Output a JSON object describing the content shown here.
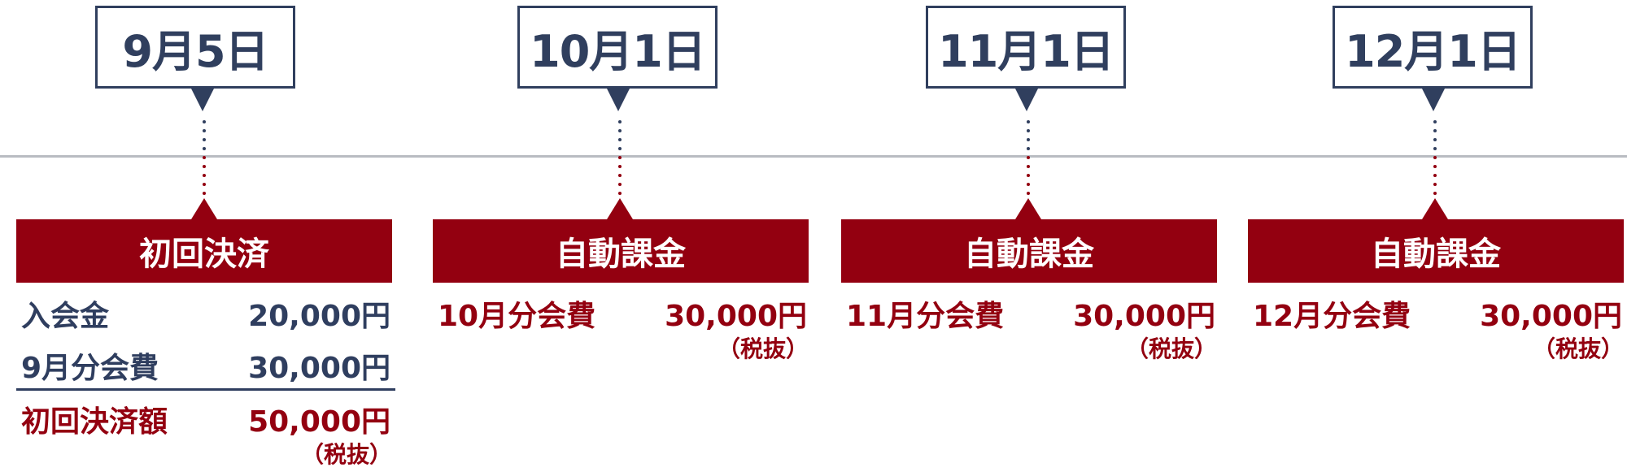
{
  "columns": [
    {
      "date": "9月5日",
      "header": "初回決済",
      "rows": [
        {
          "label": "入会金",
          "amount": "20,000円"
        },
        {
          "label": "9月分会費",
          "amount": "30,000円"
        }
      ],
      "total": {
        "label": "初回決済額",
        "amount": "50,000円"
      },
      "tax_note": "（税抜）"
    },
    {
      "date": "10月1日",
      "header": "自動課金",
      "rows": [
        {
          "label": "10月分会費",
          "amount": "30,000円"
        }
      ],
      "tax_note": "（税抜）"
    },
    {
      "date": "11月1日",
      "header": "自動課金",
      "rows": [
        {
          "label": "11月分会費",
          "amount": "30,000円"
        }
      ],
      "tax_note": "（税抜）"
    },
    {
      "date": "12月1日",
      "header": "自動課金",
      "rows": [
        {
          "label": "12月分会費",
          "amount": "30,000円"
        }
      ],
      "tax_note": "（税抜）"
    }
  ],
  "colors": {
    "navy": "#303f5e",
    "crimson": "#930010",
    "timeline": "#b9bcc2"
  }
}
